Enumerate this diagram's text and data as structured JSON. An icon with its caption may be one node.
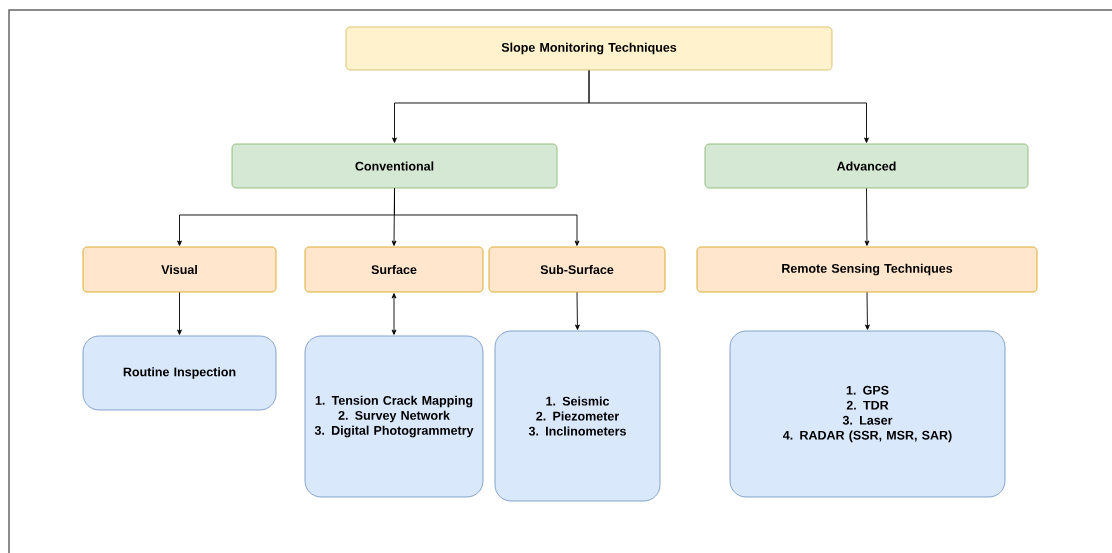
{
  "diagram": {
    "nodes": [
      {
        "text": [
          "Slope Monitoring Techniques"
        ]
      },
      {
        "text": [
          "Conventional"
        ]
      },
      {
        "text": [
          "Advanced"
        ]
      },
      {
        "text": [
          "Visual"
        ]
      },
      {
        "text": [
          "Surface"
        ]
      },
      {
        "text": [
          "Sub-Surface"
        ]
      },
      {
        "text": [
          "Remote Sensing Techniques"
        ]
      },
      {
        "text": [
          "Routine Inspection"
        ]
      },
      {
        "text": [
          "1. Tension Crack Mapping",
          "2. Survey Network",
          "3. Digital Photogrammetry"
        ]
      },
      {
        "text": [
          "1. Seismic",
          "2. Piezometer",
          "3. Inclinometers"
        ]
      },
      {
        "text": [
          "1. GPS",
          "2. TDR",
          "3. Laser",
          "4. RADAR (SSR, MSR, SAR)"
        ]
      }
    ],
    "edges": [
      {
        "from": 0,
        "to": 1,
        "arrow": "to"
      },
      {
        "from": 0,
        "to": 2,
        "arrow": "to"
      },
      {
        "from": 1,
        "to": 3,
        "arrow": "to"
      },
      {
        "from": 1,
        "to": 4,
        "arrow": "to"
      },
      {
        "from": 1,
        "to": 5,
        "arrow": "to"
      },
      {
        "from": 2,
        "to": 6,
        "arrow": "to"
      },
      {
        "from": 3,
        "to": 7,
        "arrow": "to"
      },
      {
        "from": 4,
        "to": 8,
        "arrow": "both"
      },
      {
        "from": 5,
        "to": 9,
        "arrow": "to"
      },
      {
        "from": 6,
        "to": 10,
        "arrow": "to"
      }
    ]
  }
}
